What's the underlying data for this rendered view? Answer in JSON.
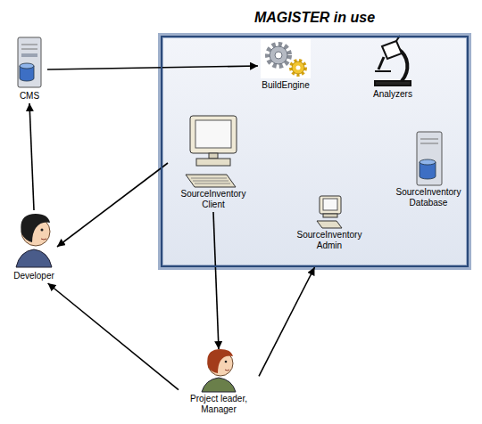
{
  "diagram": {
    "nodes": [
      {
        "text": [
          "MAGISTER in use"
        ]
      },
      {
        "text": [
          "BuildEngine"
        ],
        "in": 0
      },
      {
        "text": [
          "Analyzers"
        ],
        "in": 0
      },
      {
        "text": [
          "SourceInventory Client"
        ],
        "in": 0
      },
      {
        "text": [
          "SourceInventory Admin"
        ],
        "in": 0
      },
      {
        "text": [
          "SourceInventory Database"
        ],
        "in": 0
      },
      {
        "text": [
          "CMS"
        ]
      },
      {
        "text": [
          "Developer"
        ]
      },
      {
        "text": [
          "Project leader, Manager"
        ]
      }
    ],
    "edges": [
      {
        "from": 6,
        "to": 1,
        "arrow": "to"
      },
      {
        "from": 7,
        "to": 6,
        "arrow": "to"
      },
      {
        "from": 3,
        "to": 7,
        "arrow": "to"
      },
      {
        "from": 3,
        "to": 8,
        "arrow": "to"
      },
      {
        "from": 8,
        "to": 7,
        "arrow": "to"
      },
      {
        "from": 8,
        "to": 0,
        "arrow": "to"
      }
    ]
  }
}
